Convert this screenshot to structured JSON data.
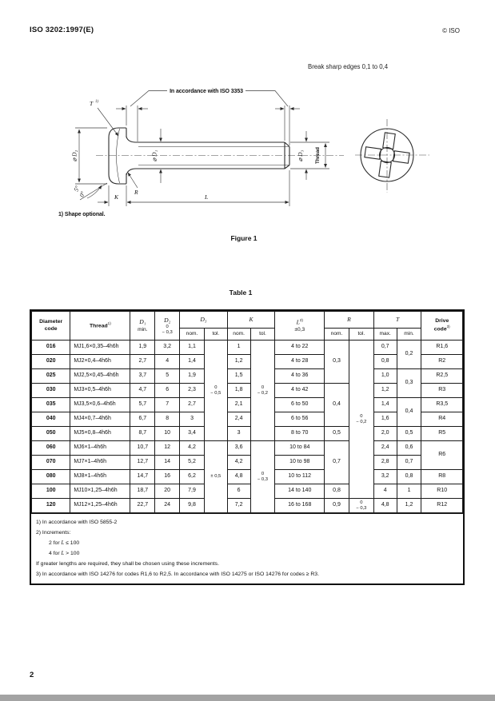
{
  "page": {
    "header_left": "ISO 3202:1997(E)",
    "header_right": "© ISO",
    "note_break_edges": "Break sharp edges 0,1 to 0,4",
    "figure_caption": "Figure 1",
    "table_caption": "Table 1",
    "page_number": "2"
  },
  "figure": {
    "note_iso3353": "In accordance with ISO 3353",
    "note_shape_optional": "1)  Shape optional.",
    "label_t": "T",
    "label_t_sup": "1)",
    "label_d2": "⌀ D₂",
    "label_d1": "⌀ D₁",
    "label_d3": "⌀ D₃",
    "label_thread": "Thread",
    "label_r": "R",
    "label_k": "K",
    "label_l": "L",
    "label_angle_5": "5°",
    "label_angle_0": "0°"
  },
  "table": {
    "headers": {
      "diameter_code": "Diameter\ncode",
      "thread": "Thread",
      "thread_sup": "1)",
      "d1_sym": "D₁",
      "d1_sub": "min.",
      "d2_sym": "D₂",
      "d2_tol": "0\n− 0,3",
      "d3_sym": "D₃",
      "k_sym": "K",
      "l_sym": "L",
      "l_sup": "2)",
      "l_tol": "±0,3",
      "r_sym": "R",
      "t_sym": "T",
      "nom": "nom.",
      "tol": "tol.",
      "max": "max.",
      "min": "min.",
      "drive_line1": "Drive",
      "drive_line2": "code",
      "drive_sup": "3)"
    },
    "rows": [
      {
        "code": "016",
        "thread": "MJ1,6×0,35–4h6h",
        "d1": "1,9",
        "d2": "3,2",
        "d3": "1,1",
        "k": "1",
        "l": "4 to 22",
        "tmax": "0,7",
        "drive": "R1,6"
      },
      {
        "code": "020",
        "thread": "MJ2×0,4–4h6h",
        "d1": "2,7",
        "d2": "4",
        "d3": "1,4",
        "k": "1,2",
        "l": "4 to 28",
        "tmax": "0,8",
        "drive": "R2"
      },
      {
        "code": "025",
        "thread": "MJ2,5×0,45–4h6h",
        "d1": "3,7",
        "d2": "5",
        "d3": "1,9",
        "k": "1,5",
        "l": "4 to 36",
        "tmax": "1,0",
        "drive": "R2,5"
      },
      {
        "code": "030",
        "thread": "MJ3×0,5–4h6h",
        "d1": "4,7",
        "d2": "6",
        "d3": "2,3",
        "k": "1,8",
        "l": "4 to 42",
        "tmax": "1,2",
        "drive": "R3"
      },
      {
        "code": "035",
        "thread": "MJ3,5×0,6–4h6h",
        "d1": "5,7",
        "d2": "7",
        "d3": "2,7",
        "k": "2,1",
        "l": "6 to 50",
        "tmax": "1,4",
        "drive": "R3,5"
      },
      {
        "code": "040",
        "thread": "MJ4×0,7–4h6h",
        "d1": "6,7",
        "d2": "8",
        "d3": "3",
        "k": "2,4",
        "l": "6 to 56",
        "tmax": "1,6",
        "drive": "R4"
      },
      {
        "code": "050",
        "thread": "MJ5×0,8–4h6h",
        "d1": "8,7",
        "d2": "10",
        "d3": "3,4",
        "k": "3",
        "l": "8 to 70",
        "tmax": "2,0",
        "drive": "R5"
      },
      {
        "code": "060",
        "thread": "MJ6×1–4h6h",
        "d1": "10,7",
        "d2": "12",
        "d3": "4,2",
        "k": "3,6",
        "l": "10 to 84",
        "tmax": "2,4",
        "drive": "R6"
      },
      {
        "code": "070",
        "thread": "MJ7×1–4h6h",
        "d1": "12,7",
        "d2": "14",
        "d3": "5,2",
        "k": "4,2",
        "l": "10 to 98",
        "tmax": "2,8"
      },
      {
        "code": "080",
        "thread": "MJ8×1–4h6h",
        "d1": "14,7",
        "d2": "16",
        "d3": "6,2",
        "k": "4,8",
        "l": "10 to 112",
        "tmax": "3,2",
        "drive": "R8"
      },
      {
        "code": "100",
        "thread": "MJ10×1,25–4h6h",
        "d1": "18,7",
        "d2": "20",
        "d3": "7,9",
        "k": "6",
        "l": "14 to 140",
        "tmax": "4",
        "drive": "R10"
      },
      {
        "code": "120",
        "thread": "MJ12×1,25–4h6h",
        "d1": "22,7",
        "d2": "24",
        "d3": "9,8",
        "k": "7,2",
        "l": "16 to 168",
        "tmax": "4,8",
        "drive": "R12"
      }
    ],
    "d3tol": {
      "upper": "0\n− 0,5",
      "lower": "± 0,5"
    },
    "ktol": {
      "upper": "0\n− 0,2",
      "lower": "0\n− 0,3"
    },
    "rnom": {
      "g1": "0,3",
      "g2": "0,4",
      "g3": "0,5",
      "g4": "0,7",
      "g5": "0,8",
      "g6": "0,9"
    },
    "rtol": {
      "upper": "0\n− 0,2",
      "lower": "0\n− 0,3"
    },
    "tmin": {
      "r016": "0,2",
      "r025": "0,3",
      "r035": "0,4",
      "r050": "0,5",
      "r060": "0,6",
      "r070": "0,7",
      "r080": "0,8",
      "r100": "1",
      "r120": "1,2"
    },
    "footnotes": {
      "f1": "1)  In accordance with ISO 5855-2",
      "f2": "2)  Increments:",
      "f2a_pre": "2 for ",
      "f2a_sym": "L",
      "f2a_post": " ≤ 100",
      "f2b_pre": "4 for ",
      "f2b_sym": "L",
      "f2b_post": " > 100",
      "f2c": "If greater lengths are required, they shall be chosen using these increments.",
      "f3": "3)  In accordance with ISO 14276 for codes R1,6 to R2,5. In accordance with ISO 14275 or ISO 14276 for codes ≥ R3."
    }
  }
}
